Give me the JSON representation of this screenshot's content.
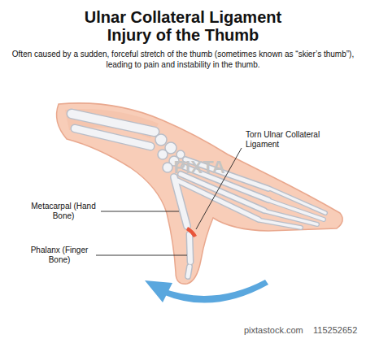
{
  "diagram": {
    "title": "Ulnar Collateral Ligament Injury of the Thumb",
    "caption": "Often caused by a sudden, forceful stretch of the thumb (sometimes known as “skier’s thumb”), leading to pain and instability in the thumb.",
    "labels": [
      "Torn Ulnar Collateral Ligament",
      "Metacarpal (Hand Bone)",
      "Phalanx (Finger Bone)",
      "PIXTA",
      "pixtastock.com",
      "115252652"
    ]
  }
}
